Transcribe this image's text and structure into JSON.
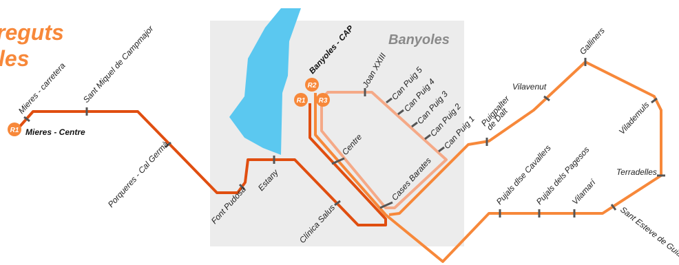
{
  "title": {
    "line1": "reguts",
    "line2": "les"
  },
  "area": {
    "label": "Banyoles"
  },
  "colors": {
    "area_bg": "#ececec",
    "lake": "#5bc8f0",
    "r1": "#e04e10",
    "r2": "#f7883a",
    "r3": "#f5a987",
    "badge": "#f7883a",
    "title": "#f7883a",
    "area_label": "#8a8a8a",
    "tick": "#555555"
  },
  "badges": {
    "r1": "R1",
    "r2": "R2",
    "r3": "R3"
  },
  "stations": {
    "mieres_carretera": "Mieres - carretera",
    "sant_miquel": "Sant Miquel de Campmajor",
    "mieres_centre": "Mieres - Centre",
    "porqueres": "Porqueres - Cal Germà",
    "font_pudosa": "Font Pudosa",
    "estany": "Estany",
    "clinica_salus": "Clínica Salus",
    "banyoles_cap": "Banyoles - CAP",
    "joan_xxiii": "Joan XXIII",
    "can_puig_5": "Can Puig 5",
    "can_puig_4": "Can Puig 4",
    "can_puig_3": "Can Puig 3",
    "can_puig_2": "Can Puig 2",
    "can_puig_1": "Can Puig 1",
    "centre": "Centre",
    "cases_barates": "Cases Barates",
    "puigpalter_1": "Puigpalter",
    "puigpalter_2": "de Dalt",
    "vilavenut": "Vilavenut",
    "galliners": "Galliners",
    "vilademuls": "Vilademuls",
    "terradelles": "Terradelles",
    "pujals_cavallers": "Pujals dlse Cavallers",
    "pujals_pagesos": "Pujals dels Pagesos",
    "vilamari": "Vilamarí",
    "sant_esteve": "Sant Esteve de Guialbes"
  }
}
